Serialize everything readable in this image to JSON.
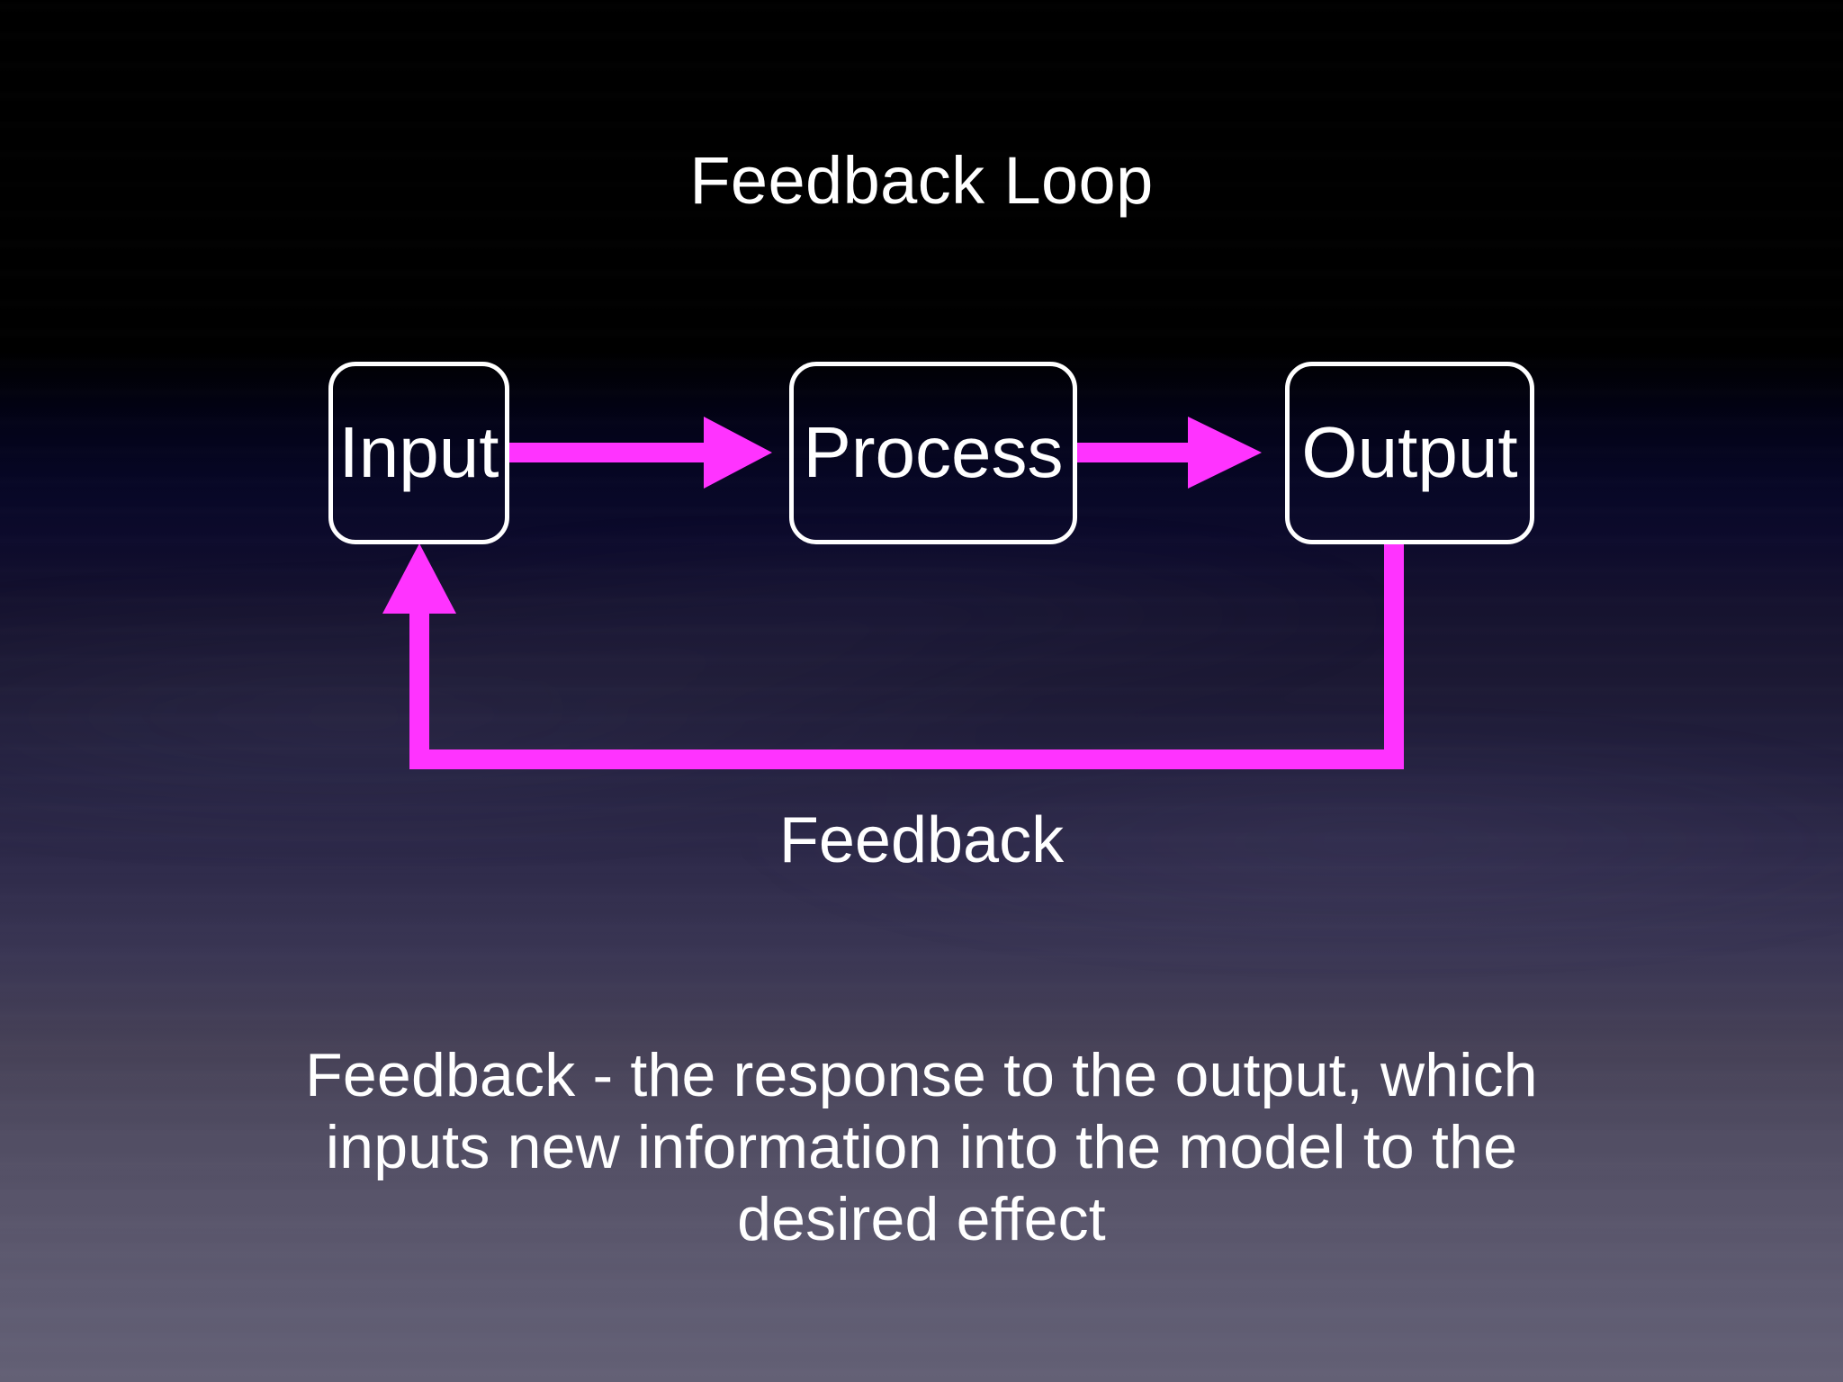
{
  "slide": {
    "title": "Feedback Loop",
    "background_top_color": "#000000",
    "background_bottom_color": "#636075",
    "text_color": "#ffffff",
    "accent_color": "#ff33ff"
  },
  "diagram": {
    "type": "flow",
    "nodes": [
      {
        "id": "input",
        "label": "Input"
      },
      {
        "id": "process",
        "label": "Process"
      },
      {
        "id": "output",
        "label": "Output"
      }
    ],
    "edges": [
      {
        "id": "input-to-process",
        "from": "input",
        "to": "process",
        "label": "",
        "direction": "right"
      },
      {
        "id": "process-to-output",
        "from": "process",
        "to": "output",
        "label": "",
        "direction": "right"
      },
      {
        "id": "output-to-input",
        "from": "output",
        "to": "input",
        "label": "Feedback",
        "direction": "loop-back"
      }
    ],
    "loop_label": "Feedback"
  },
  "caption": {
    "lines": [
      "Feedback - the response to the output, which",
      "inputs new information into the model to the",
      "desired effect"
    ],
    "full_text": "Feedback - the response to the output, which inputs new information into the model to the desired effect"
  }
}
